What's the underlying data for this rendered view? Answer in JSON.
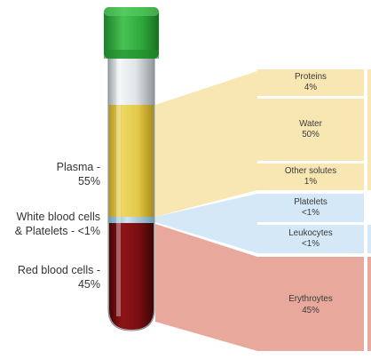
{
  "labels": {
    "plasma": "Plasma -",
    "plasma_pct": "55%",
    "wbc_line1": "White blood cells",
    "wbc_line2": "& Platelets - <1%",
    "rbc": "Red blood cells -",
    "rbc_pct": "45%"
  },
  "components": [
    {
      "name": "Proteins",
      "pct": "4%"
    },
    {
      "name": "Water",
      "pct": "50%"
    },
    {
      "name": "Other solutes",
      "pct": "1%"
    },
    {
      "name": "Platelets",
      "pct": "<1%"
    },
    {
      "name": "Leukocytes",
      "pct": "<1%"
    },
    {
      "name": "Erythroytes",
      "pct": "45%"
    }
  ],
  "colors": {
    "cap": "#2ea63a",
    "plasma": "#e3c84a",
    "blood": "#7a0f12",
    "plasma_panel": "#f9e7b3",
    "white_panel": "#d4e8f7",
    "red_panel": "#e8a99c",
    "rbc_cell": "#d8242a"
  }
}
